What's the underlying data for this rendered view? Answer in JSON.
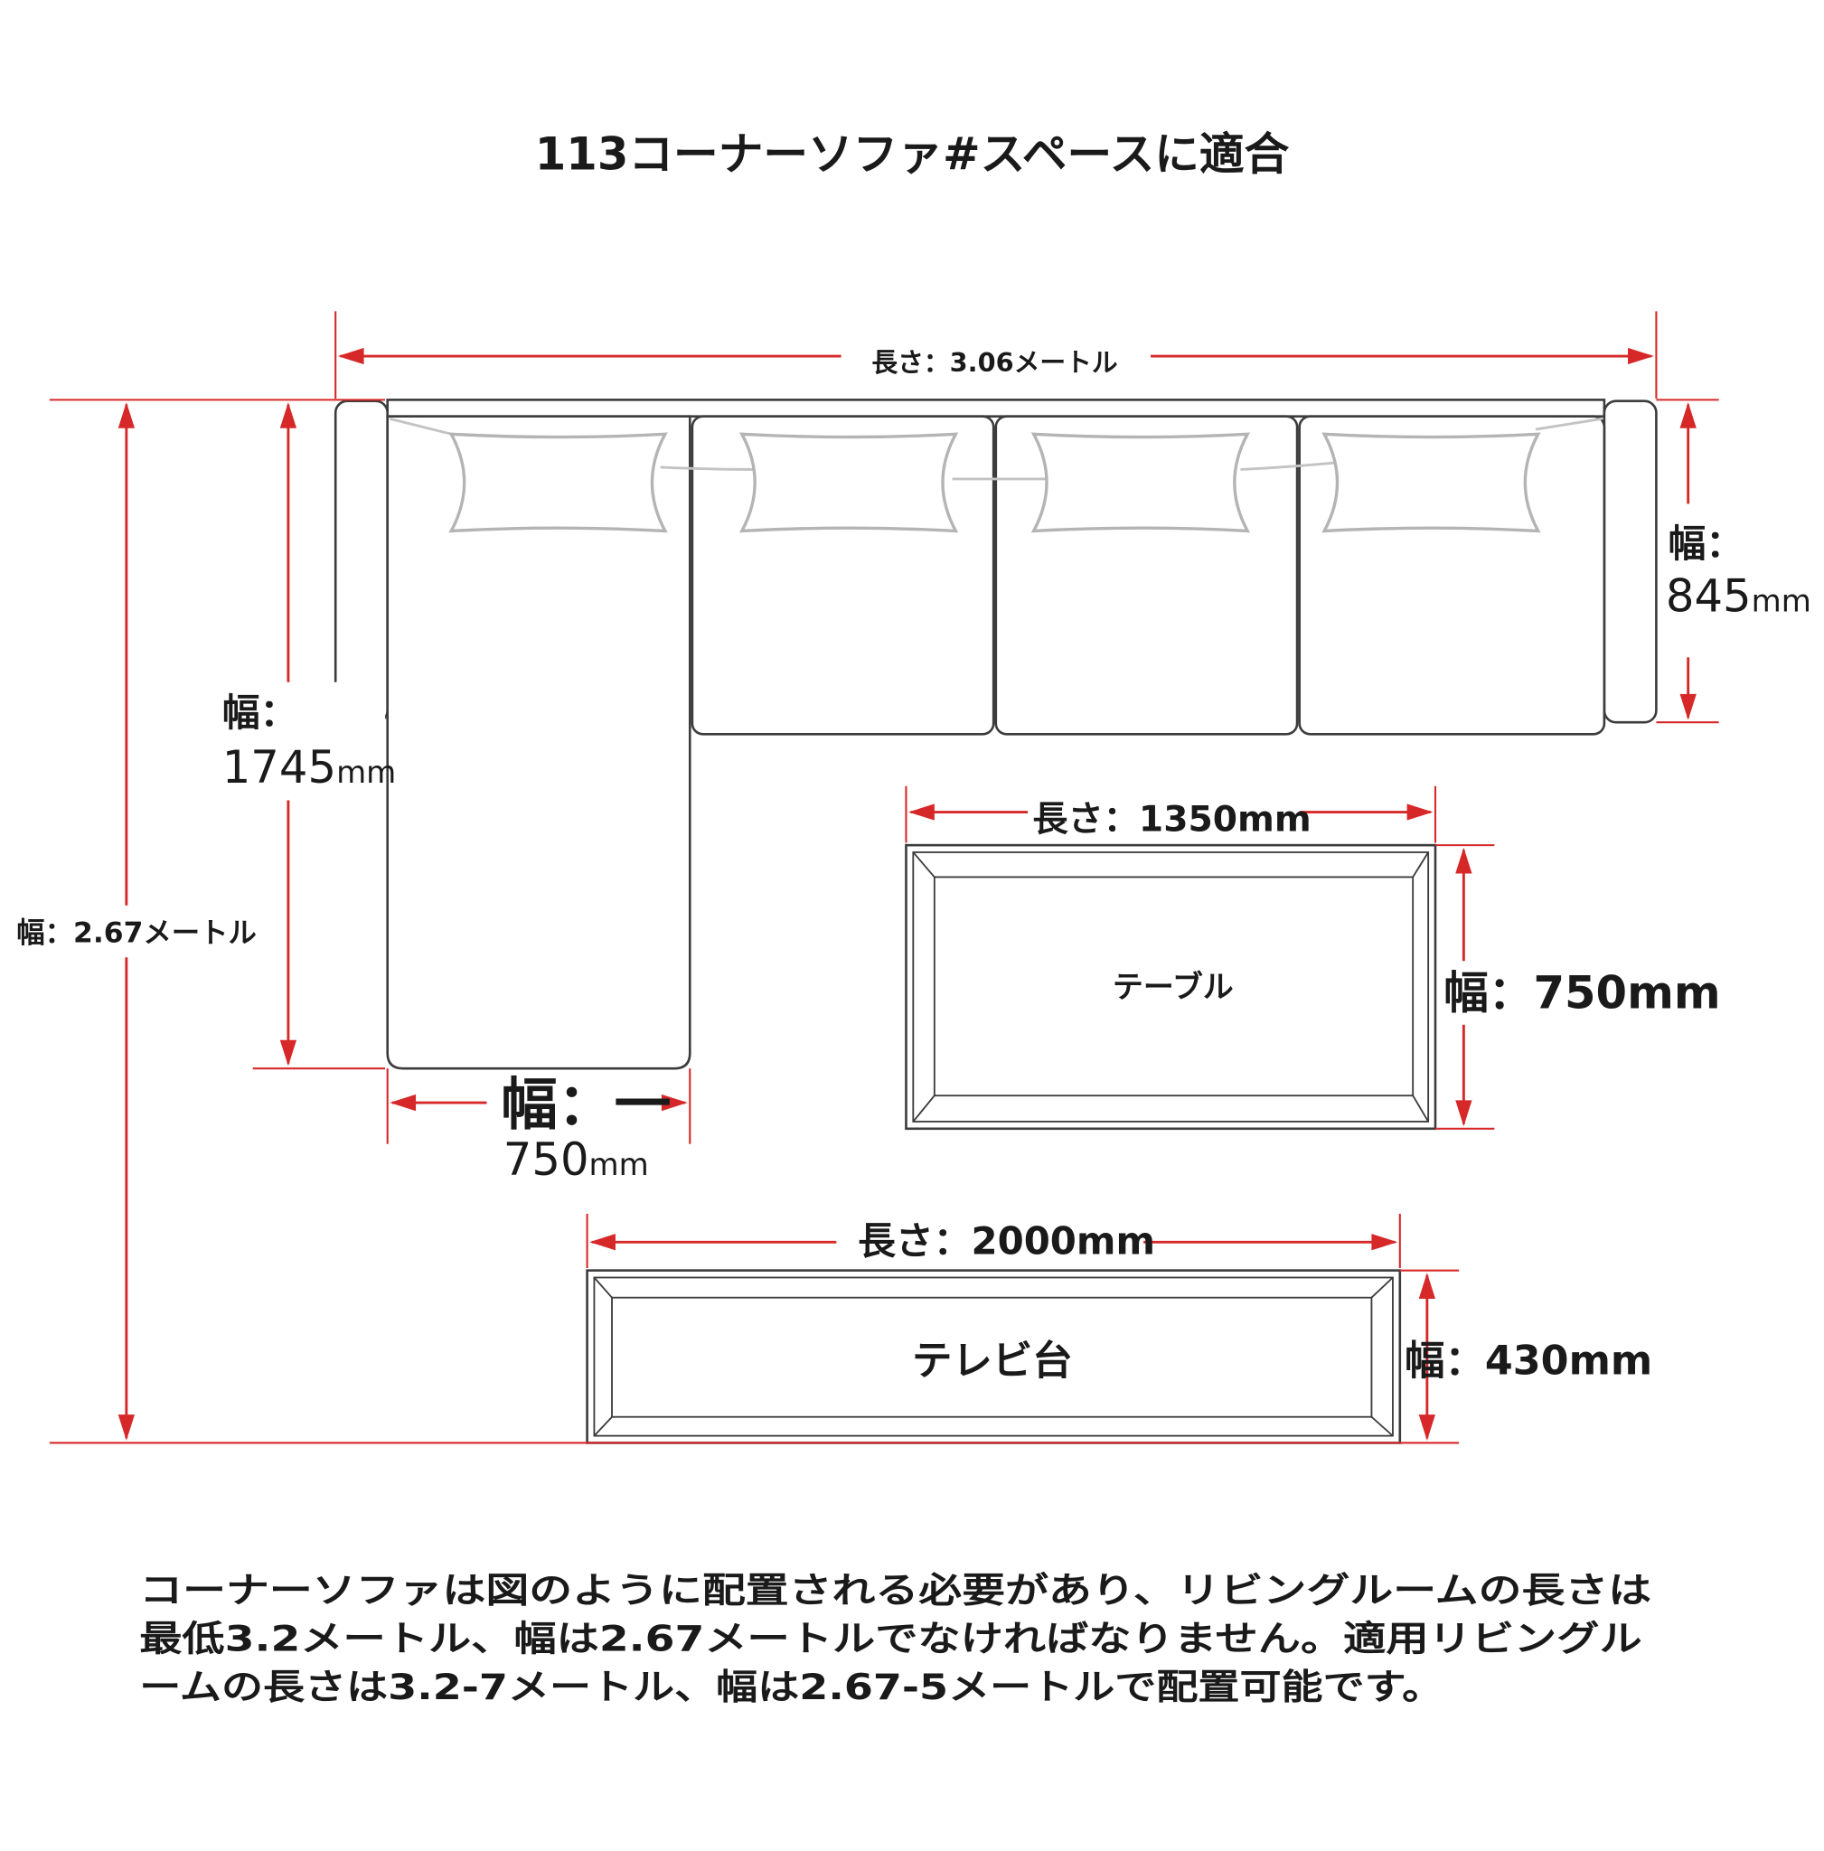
{
  "title": "113コーナーソファ#スペースに適合",
  "sofa": {
    "length_label": "長さ：3.06メートル",
    "width_label_line1": "幅：",
    "width_label_line2": "845",
    "width_unit": "mm",
    "chaise_length_line1": "幅：",
    "chaise_length_line2": "1745",
    "chaise_length_unit": "mm",
    "chaise_width_line1": "幅：一",
    "chaise_width_line2": "750",
    "chaise_width_unit": "mm",
    "total_width_label": "幅：2.67メートル"
  },
  "table": {
    "name": "テーブル",
    "length_label": "長さ：1350mm",
    "width_label": "幅：750mm"
  },
  "tv_stand": {
    "name": "テレビ台",
    "length_label": "長さ：2000mm",
    "width_label": "幅：430mm"
  },
  "description": {
    "line1": "コーナーソファは図のように配置される必要があり、リビングルームの長さは",
    "line2": "最低3.2メートル、幅は2.67メートルでなければなりません。適用リビングル",
    "line3": "ームの長さは3.2-7メートル、幅は2.67-5メートルで配置可能です。"
  },
  "colors": {
    "dimension": "#d62828",
    "outline": "#3c3c3c",
    "pillow": "#b4b4b4",
    "text": "#1a1a1a"
  }
}
